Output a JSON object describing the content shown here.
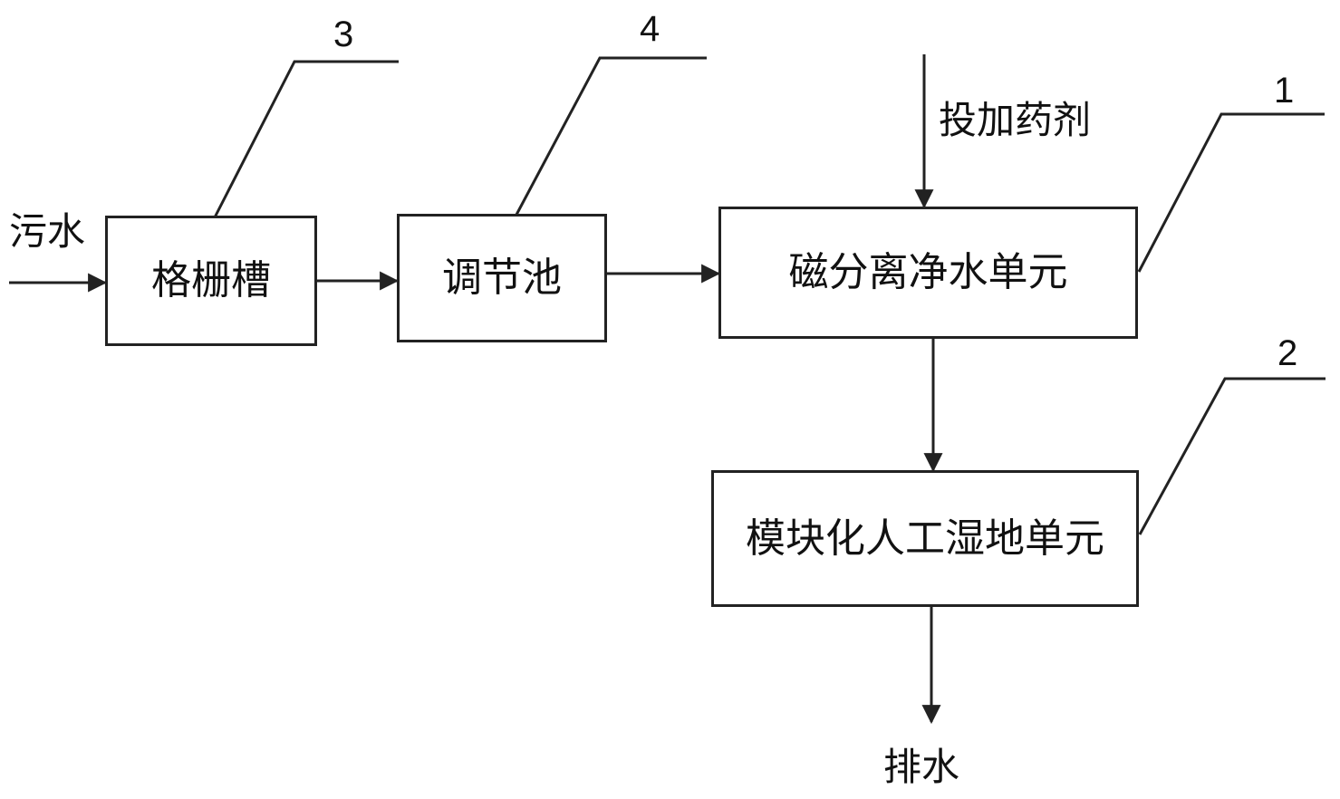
{
  "boxes": {
    "grating_tank": "格栅槽",
    "regulating_pool": "调节池",
    "magnetic_unit": "磁分离净水单元",
    "wetland_unit": "模块化人工湿地单元"
  },
  "labels": {
    "inflow": "污水",
    "dosing": "投加药剂",
    "outflow": "排水"
  },
  "callouts": {
    "magnetic_unit": "1",
    "wetland_unit": "2",
    "grating_tank": "3",
    "regulating_pool": "4"
  },
  "colors": {
    "line": "#222222",
    "text": "#111111",
    "background": "#ffffff"
  }
}
